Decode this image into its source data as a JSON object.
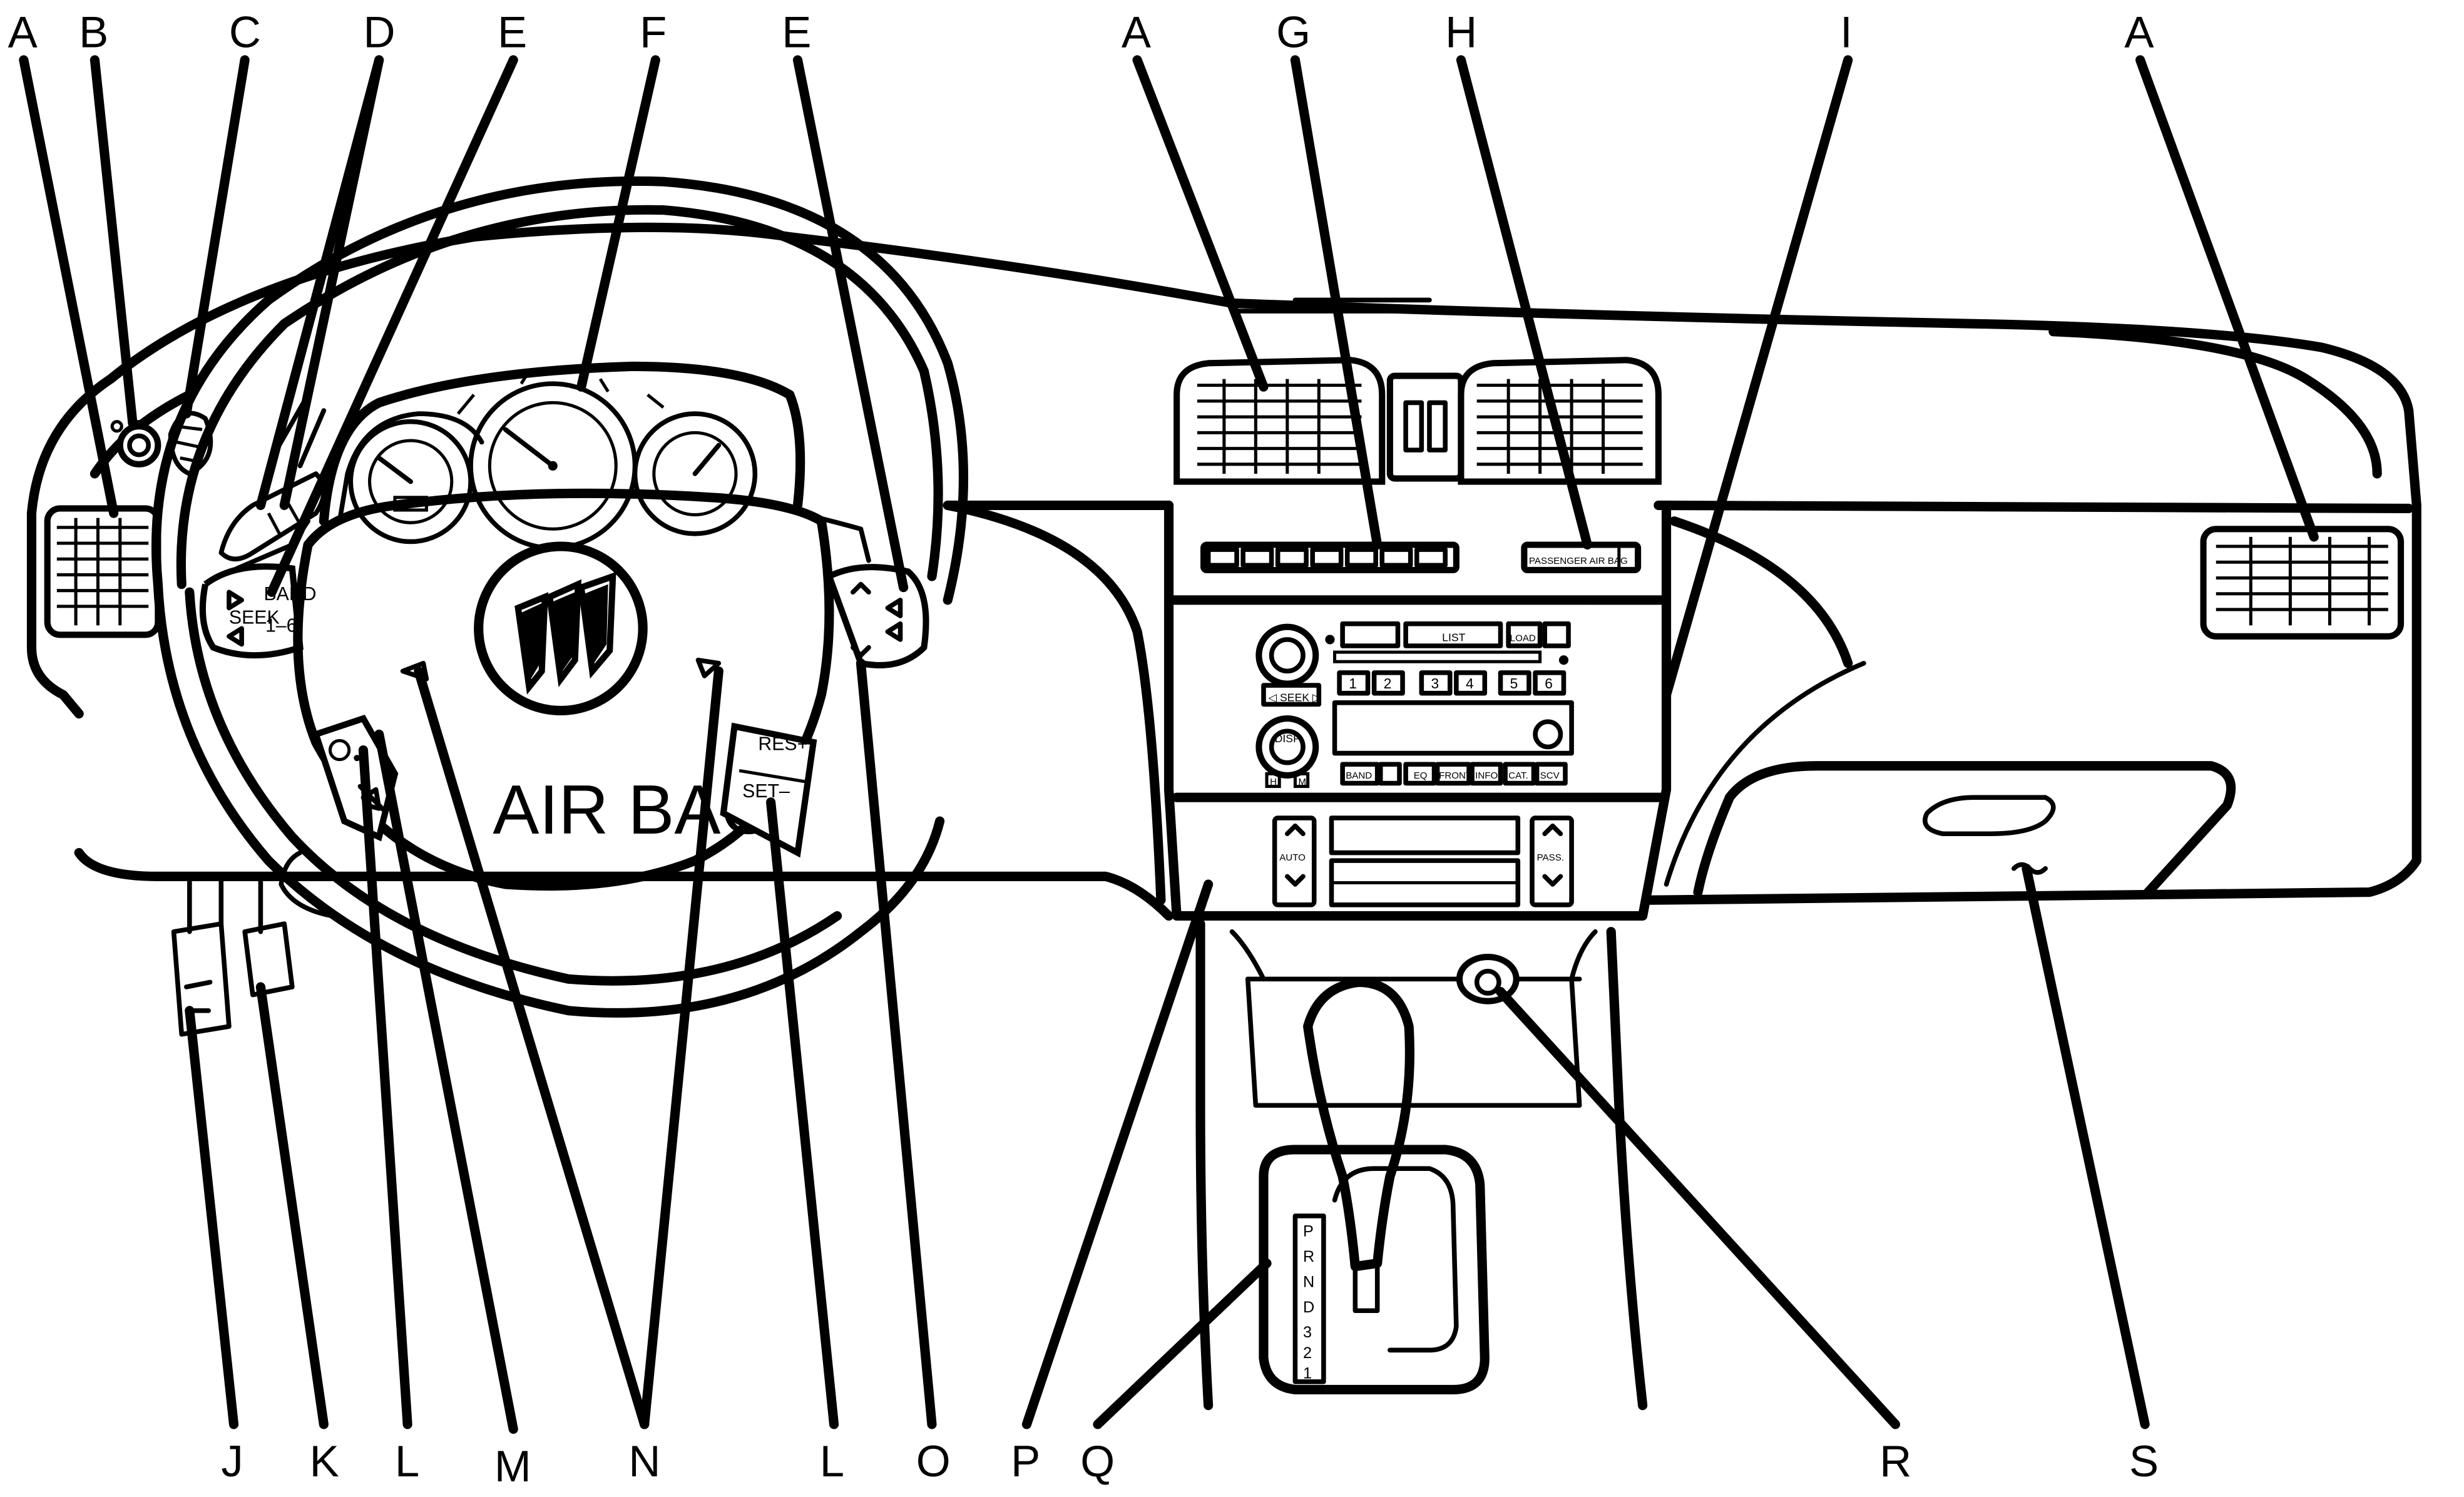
{
  "callouts_top": [
    "A",
    "B",
    "C",
    "D",
    "E",
    "F",
    "E",
    "A",
    "G",
    "H",
    "I",
    "A"
  ],
  "callouts_bottom": [
    "J",
    "K",
    "L",
    "M",
    "N",
    "L",
    "O",
    "P",
    "Q",
    "R",
    "S"
  ],
  "steering_wheel": {
    "airbag_text": "AIR BAG",
    "band_label": "BAND",
    "seek_label": "SEEK",
    "preset_label": "1–6",
    "res_label": "RES+",
    "set_label": "SET–"
  },
  "passenger_airbag_label": "PASSENGER AIR BAG",
  "radio": {
    "list_label": "LIST",
    "load_label": "LOAD",
    "seek_label": "◁ SEEK ▷",
    "preset_buttons": [
      "1",
      "2",
      "3",
      "4",
      "5",
      "6"
    ],
    "disp_label": "DISP",
    "knob_sub_labels": [
      "H",
      "M"
    ],
    "bottom_buttons": [
      "BAND",
      "EQ",
      "FRONT",
      "INFO",
      "CAT.",
      "SCV"
    ]
  },
  "climate": {
    "auto_label": "AUTO",
    "pass_label": "PASS."
  },
  "shifter": {
    "positions": [
      "P",
      "R",
      "N",
      "D",
      "3",
      "2",
      "1"
    ]
  },
  "icons": [
    "vent-icon",
    "airbag-icon",
    "buick-emblem-icon",
    "horn-icon",
    "mute-icon",
    "cruise-icon",
    "power-icon"
  ]
}
